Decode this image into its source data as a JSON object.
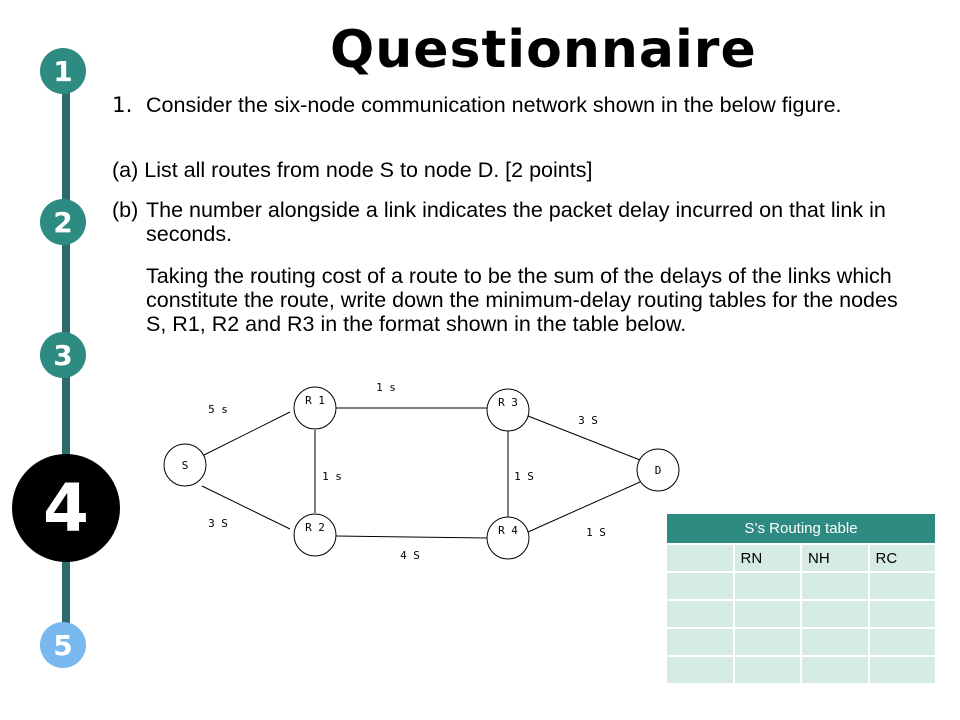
{
  "title": "Questionnaire",
  "steps": [
    "1",
    "2",
    "3",
    "4",
    "5"
  ],
  "question": {
    "number": "1.",
    "intro": "Consider the six-node communication network shown in the below figure.",
    "part_a": "(a) List all routes from node S to node D. [2 points]",
    "part_b_label": "(b)",
    "part_b": "The number alongside a link indicates the packet delay incurred on that link in seconds.",
    "part_b_more": "Taking the routing cost of a route to be the sum of the delays of the links which constitute the route, write down the minimum-delay routing tables for the nodes S, R1, R2 and R3 in the format shown in the table below."
  },
  "network": {
    "nodes": {
      "S": "S",
      "R1": "R 1",
      "R2": "R 2",
      "R3": "R 3",
      "R4": "R 4",
      "D": "D"
    },
    "links": {
      "S_R1": "5 s",
      "S_R2": "3 S",
      "R1_R3": "1 s",
      "R1_R2": "1 s",
      "R3_R4": "1 S",
      "R2_R4": "4 S",
      "R3_D": "3 S",
      "R4_D": "1 S"
    }
  },
  "routing_table": {
    "caption": "S’s Routing table",
    "headers": [
      "RN",
      "NH",
      "RC"
    ],
    "empty_rows": 4
  },
  "colors": {
    "rail": "#2e6b6b",
    "step_done": "#2e8b82",
    "step_current": "#000000",
    "step_upcoming": "#79b8ee",
    "table_header": "#2e8b82",
    "table_cell": "#d6ebe3"
  }
}
